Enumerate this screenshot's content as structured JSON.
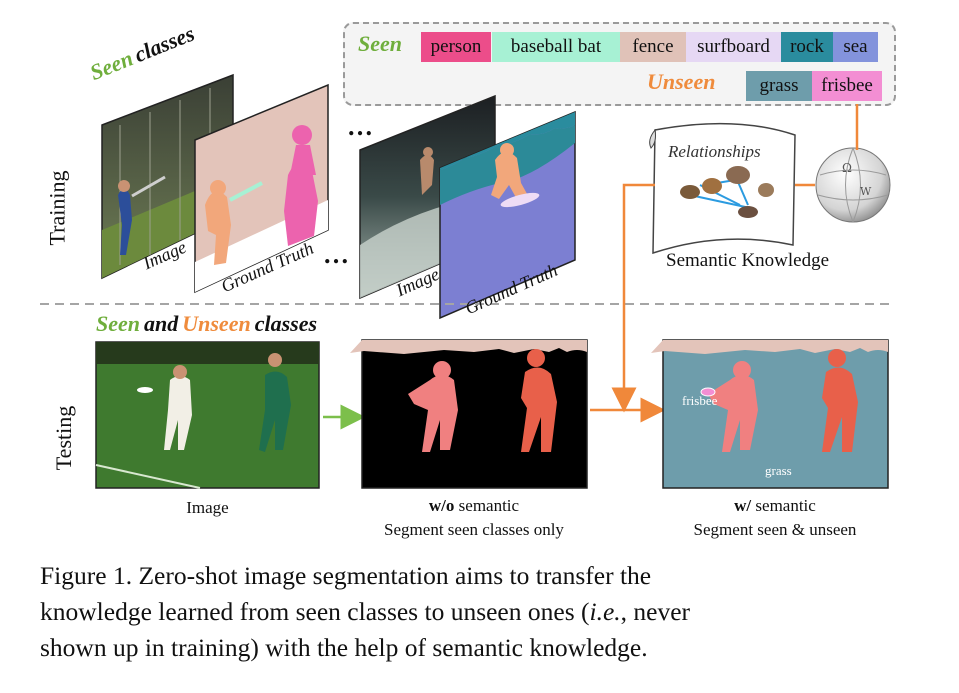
{
  "legend": {
    "seen_label": "Seen",
    "unseen_label": "Unseen",
    "seen_classes": [
      {
        "name": "person",
        "color": "#ec4d8a"
      },
      {
        "name": "baseball bat",
        "color": "#a7f1d4"
      },
      {
        "name": "fence",
        "color": "#e0c2b8"
      },
      {
        "name": "surfboard",
        "color": "#e6d8f4"
      },
      {
        "name": "rock",
        "color": "#2a8c9e"
      },
      {
        "name": "sea",
        "color": "#8393dc"
      }
    ],
    "unseen_classes": [
      {
        "name": "grass",
        "color": "#6e9dab"
      },
      {
        "name": "frisbee",
        "color": "#f38ed3"
      }
    ]
  },
  "training": {
    "side_label": "Training",
    "header_seen": "Seen",
    "header_rest": "classes",
    "panel_image_label": "Image",
    "panel_gt_label": "Ground Truth",
    "ellipsis": "…",
    "ellipsis_bottom": "…"
  },
  "knowledge": {
    "relationships_label": "Relationships",
    "caption": "Semantic Knowledge"
  },
  "testing": {
    "side_label": "Testing",
    "header_seen": "Seen",
    "header_and": "and",
    "header_unseen": "Unseen",
    "header_rest": "classes",
    "image_caption": "Image",
    "wo_bold": "w/o",
    "wo_rest": " semantic",
    "wo_line2": "Segment seen classes only",
    "w_bold": "w/",
    "w_rest": " semantic",
    "w_line2": "Segment seen & unseen",
    "frisbee_label": "frisbee",
    "grass_label": "grass"
  },
  "caption": {
    "line1": "Figure 1.   Zero-shot image segmentation aims to transfer the",
    "line2_a": "knowledge learned from seen classes to unseen ones (",
    "line2_ie": "i.e.",
    "line2_b": ", never",
    "line3": "shown up in training) with the help of semantic knowledge."
  },
  "colors": {
    "seen_green": "#6fae3c",
    "unseen_orange": "#ef8b3c",
    "arrow_orange": "#f0883a",
    "arrow_green": "#7cbf4b"
  }
}
